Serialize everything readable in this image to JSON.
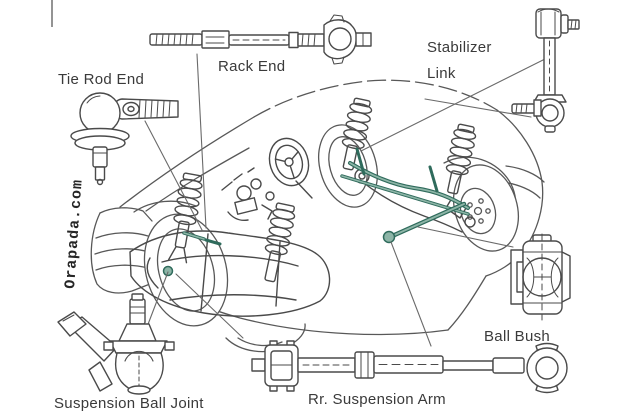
{
  "diagram": {
    "kind": "car-suspension-parts-diagram",
    "watermark": "Orapada.com",
    "colors": {
      "line": "#4a4a4a",
      "car_line": "#585858",
      "label_text": "#3a3a3a",
      "highlight_dark": "#2f6b5c",
      "highlight_light": "#8db5a7",
      "background": "#ffffff"
    },
    "parts": [
      {
        "name": "tie-rod-end",
        "label": "Tie Rod End"
      },
      {
        "name": "rack-end",
        "label": "Rack End"
      },
      {
        "name": "stabilizer-link",
        "label_line1": "Stabilizer",
        "label_line2": "Link"
      },
      {
        "name": "suspension-ball-joint",
        "label": "Suspension Ball Joint"
      },
      {
        "name": "rr-suspension-arm",
        "label": "Rr. Suspension Arm"
      },
      {
        "name": "ball-bush",
        "label": "Ball Bush"
      }
    ]
  }
}
